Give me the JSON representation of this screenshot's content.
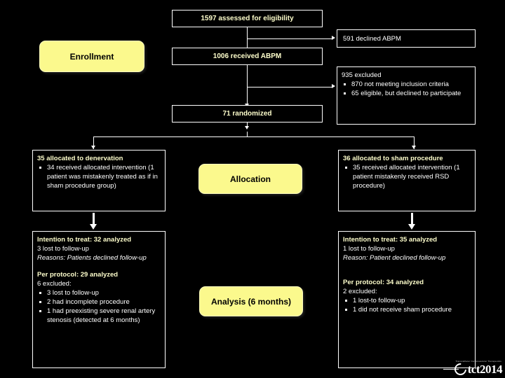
{
  "diagram": {
    "title": "CONSORT participant flow diagram",
    "colors": {
      "background": "#000000",
      "box_border": "#ffffff",
      "body_text": "#ffffff",
      "heading_text": "#ffffcc",
      "stage_pill_fill": "#fbf98d",
      "stage_pill_text": "#000000"
    }
  },
  "stages": {
    "enrollment": "Enrollment",
    "allocation": "Allocation",
    "analysis": "Analysis (6 months)"
  },
  "nodes": {
    "assessed": {
      "text": "1597 assessed for eligibility"
    },
    "declined_abpm": {
      "text": "591 declined ABPM"
    },
    "received_abpm": {
      "text": "1006 received ABPM"
    },
    "excluded": {
      "heading": "935 excluded",
      "bullets": [
        "870 not meeting inclusion criteria",
        "65 eligible, but declined to participate"
      ]
    },
    "randomized": {
      "text": "71 randomized"
    },
    "alloc_denervation": {
      "heading": "35 allocated to denervation",
      "bullets": [
        "34 received allocated intervention (1 patient was mistakenly treated as if in sham procedure group)"
      ]
    },
    "alloc_sham": {
      "heading": "36 allocated to sham procedure",
      "bullets": [
        "35 received allocated intervention (1 patient mistakenly received RSD procedure)"
      ]
    },
    "analysis_denervation": {
      "itt_heading": "Intention to treat: 32 analyzed",
      "itt_lost": "3 lost to follow-up",
      "itt_reason": "Reasons: Patients declined follow-up",
      "pp_heading": "Per protocol: 29 analyzed",
      "pp_excluded_label": "6 excluded:",
      "pp_bullets": [
        "3 lost to follow-up",
        "2 had incomplete procedure",
        "1 had preexisting severe renal artery stenosis (detected at 6 months)"
      ]
    },
    "analysis_sham": {
      "itt_heading": "Intention to treat: 35 analyzed",
      "itt_lost": "1 lost to follow-up",
      "itt_reason": "Reason: Patient declined follow-up",
      "pp_heading": "Per protocol: 34 analyzed",
      "pp_excluded_label": "2 excluded:",
      "pp_bullets": [
        "1 lost-to follow-up",
        "1 did not receive sham procedure"
      ]
    }
  },
  "logo": {
    "wordmark": "tct2014",
    "tagline": "Transcatheter Cardiovascular Therapeutics"
  }
}
